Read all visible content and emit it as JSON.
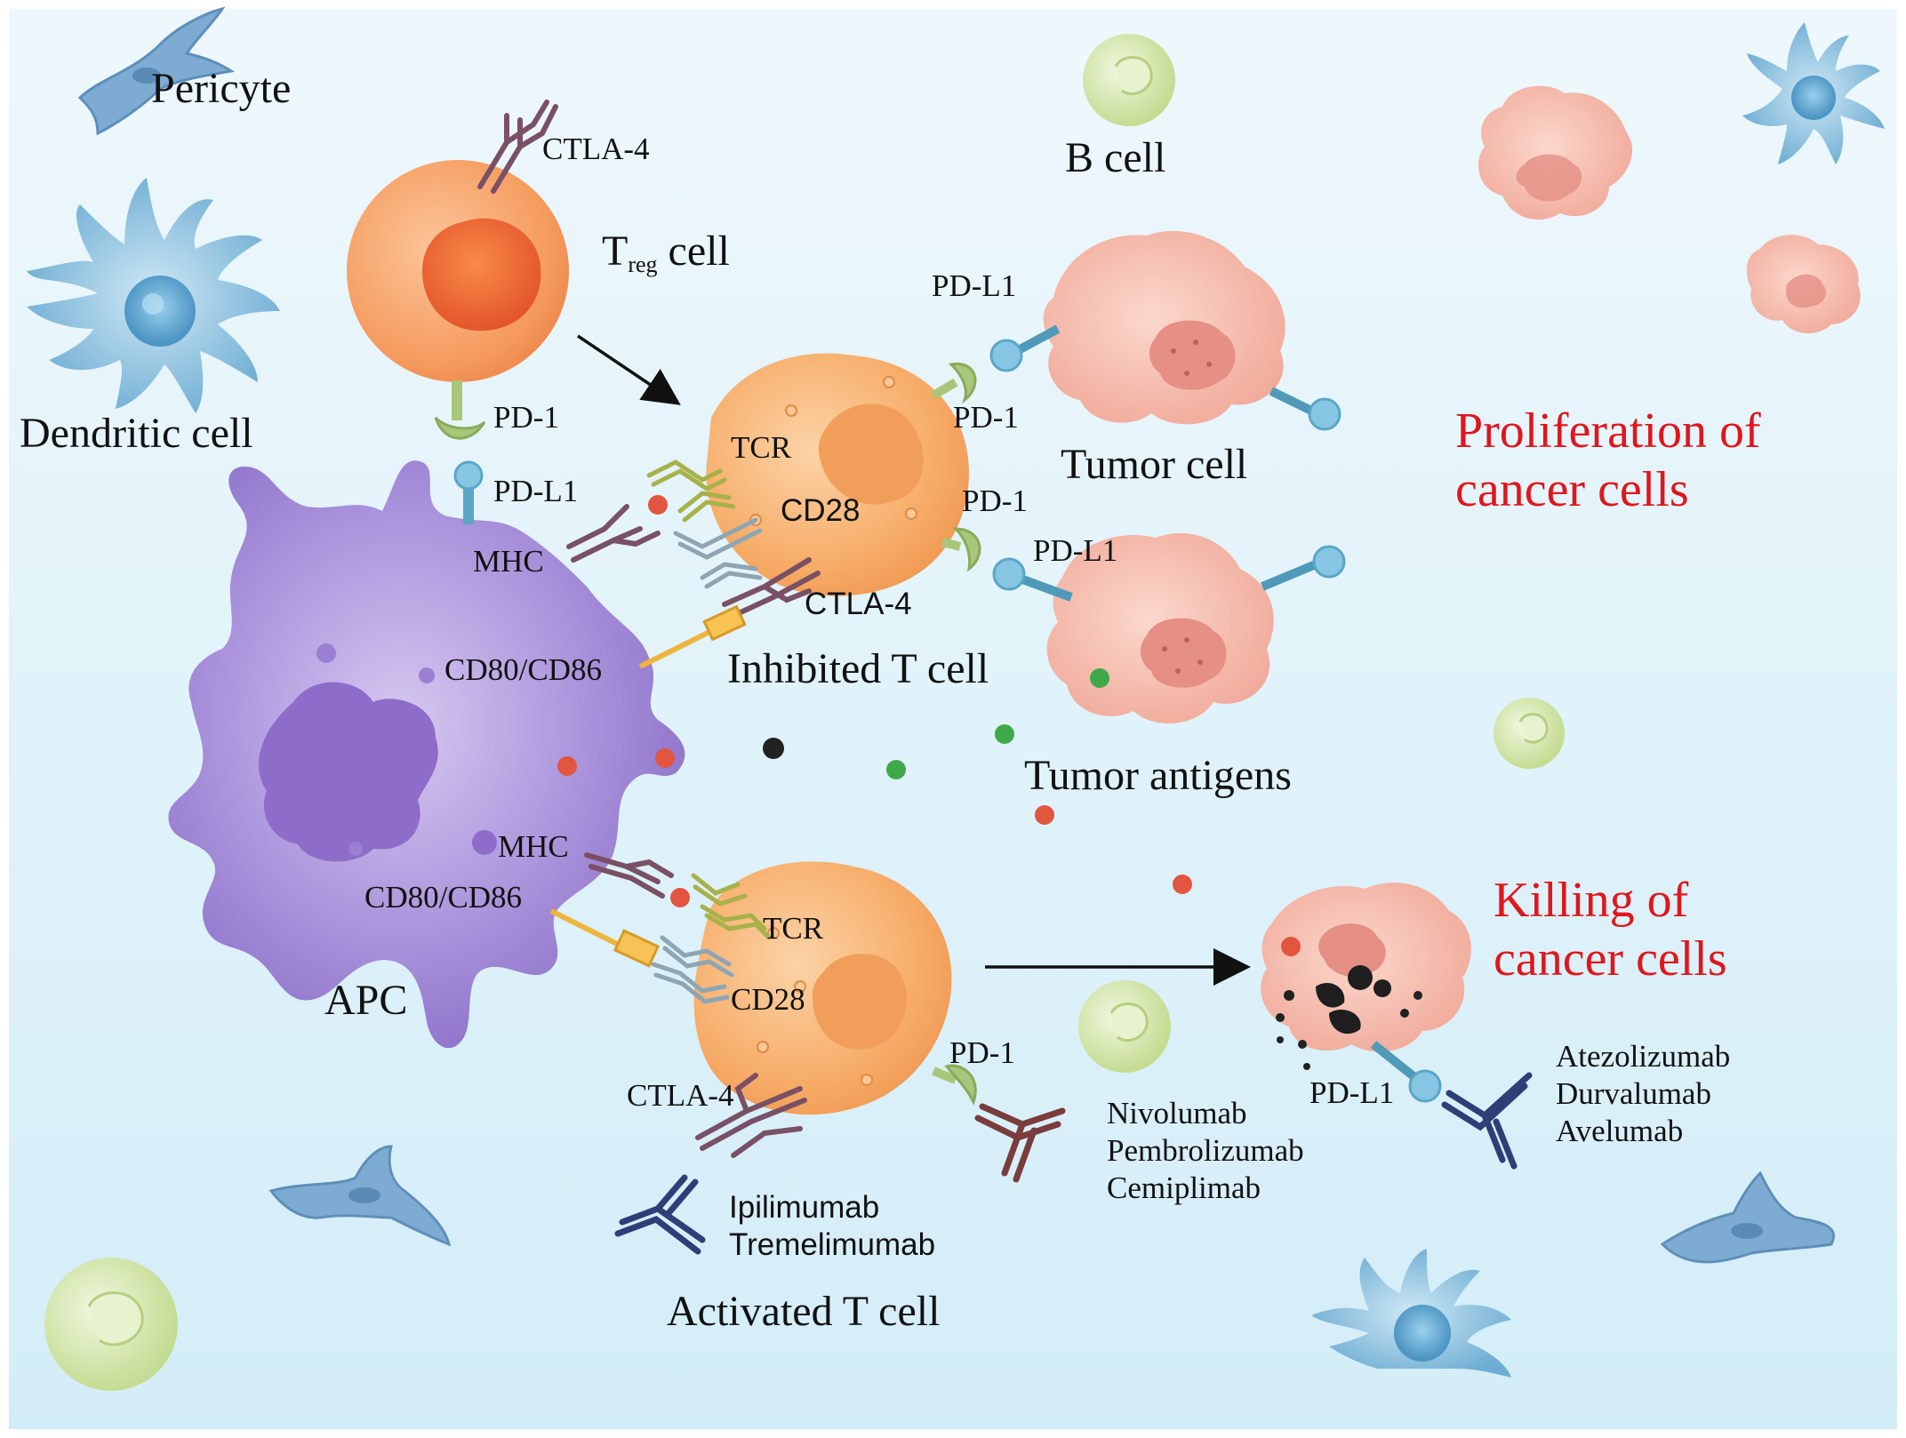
{
  "colors": {
    "background_top": "#eaf6fb",
    "background_bottom": "#d5eef9",
    "apc": "#9f85d2",
    "t_cell": "#f5a65f",
    "tumor": "#f3b7a8",
    "b_cell": "#cfe3a3",
    "dendritic": "#7cb7d9",
    "highlight_red": "#e0161d"
  },
  "labels": {
    "pericyte": "Pericyte",
    "b_cell": "B cell",
    "dendritic_cell": "Dendritic cell",
    "treg_T": "T",
    "treg_sub": "reg",
    "treg_cell": " cell",
    "ctla4_treg": "CTLA-4",
    "pd1_treg": "PD-1",
    "pdl1_apc": "PD-L1",
    "mhc_top": "MHC",
    "tcr_top": "TCR",
    "cd28_top": "CD28",
    "ctla4_top": "CTLA-4",
    "cd80_top": "CD80/CD86",
    "inhibited_t_cell": "Inhibited T cell",
    "pdl1_tumor1": "PD-L1",
    "pd1_top_a": "PD-1",
    "pd1_top_b": "PD-1",
    "pdl1_tumor2": "PD-L1",
    "tumor_cell": "Tumor cell",
    "proliferation": "Proliferation of",
    "proliferation_2": "cancer cells",
    "tumor_antigens": "Tumor antigens",
    "apc": "APC",
    "mhc_bottom": "MHC",
    "cd80_bottom": "CD80/CD86",
    "tcr_bottom": "TCR",
    "cd28_bottom": "CD28",
    "ctla4_bottom": "CTLA-4",
    "pd1_bottom": "PD-1",
    "pdl1_bottom": "PD-L1",
    "killing": "Killing of",
    "killing_2": "cancer cells",
    "activated_t_cell": "Activated T cell"
  },
  "drugs": {
    "anti_ctla4": [
      "Ipilimumab",
      "Tremelimumab"
    ],
    "anti_pd1": [
      "Nivolumab",
      "Pembrolizumab",
      "Cemiplimab"
    ],
    "anti_pdl1": [
      "Atezolizumab",
      "Durvalumab",
      "Avelumab"
    ]
  }
}
